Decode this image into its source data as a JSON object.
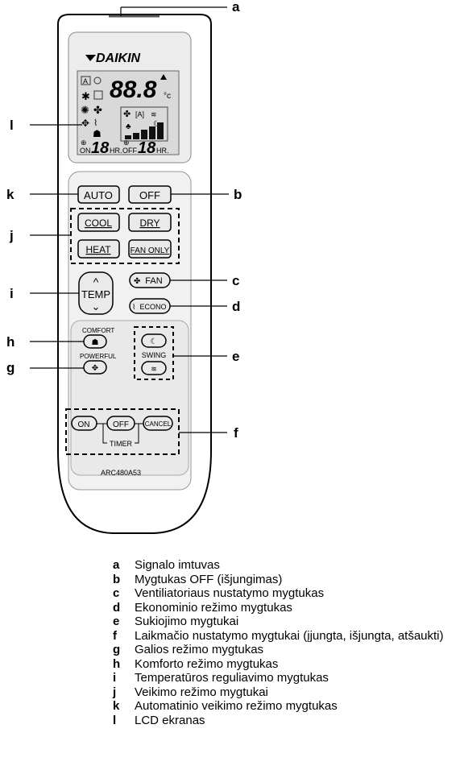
{
  "remote": {
    "brand": "DAIKIN",
    "model": "ARC480A53",
    "lcd": {
      "temp_digits": "88.8",
      "unit": "°c",
      "timer_on": "ON",
      "timer_off": "OFF",
      "timer_digits_on": "18",
      "timer_digits_off": "18",
      "hr": "HR.",
      "mode_auto": "A"
    },
    "buttons": {
      "auto": "AUTO",
      "off": "OFF",
      "cool": "COOL",
      "dry": "DRY",
      "heat": "HEAT",
      "fan_only": "FAN ONLY",
      "temp": "TEMP",
      "fan": "FAN",
      "econo": "ECONO",
      "comfort": "COMFORT",
      "powerful": "POWERFUL",
      "swing": "SWING",
      "timer_on": "ON",
      "timer_off": "OFF",
      "timer_cancel": "CANCEL",
      "timer": "TIMER"
    }
  },
  "callouts": [
    "a",
    "b",
    "c",
    "d",
    "e",
    "f",
    "g",
    "h",
    "i",
    "j",
    "k",
    "l"
  ],
  "legend": [
    {
      "letter": "a",
      "text": "Signalo imtuvas"
    },
    {
      "letter": "b",
      "text": "Mygtukas OFF (išjungimas)"
    },
    {
      "letter": "c",
      "text": "Ventiliatoriaus nustatymo mygtukas"
    },
    {
      "letter": "d",
      "text": "Ekonominio režimo mygtukas"
    },
    {
      "letter": "e",
      "text": "Sukiojimo mygtukai"
    },
    {
      "letter": "f",
      "text": "Laikmačio nustatymo mygtukai (įjungta, išjungta, atšaukti)"
    },
    {
      "letter": "g",
      "text": "Galios režimo mygtukas"
    },
    {
      "letter": "h",
      "text": "Komforto režimo mygtukas"
    },
    {
      "letter": "i",
      "text": "Temperatūros reguliavimo mygtukas"
    },
    {
      "letter": "j",
      "text": "Veikimo režimo mygtukai"
    },
    {
      "letter": "k",
      "text": "Automatinio veikimo režimo mygtukas"
    },
    {
      "letter": "l",
      "text": "LCD ekranas"
    }
  ]
}
